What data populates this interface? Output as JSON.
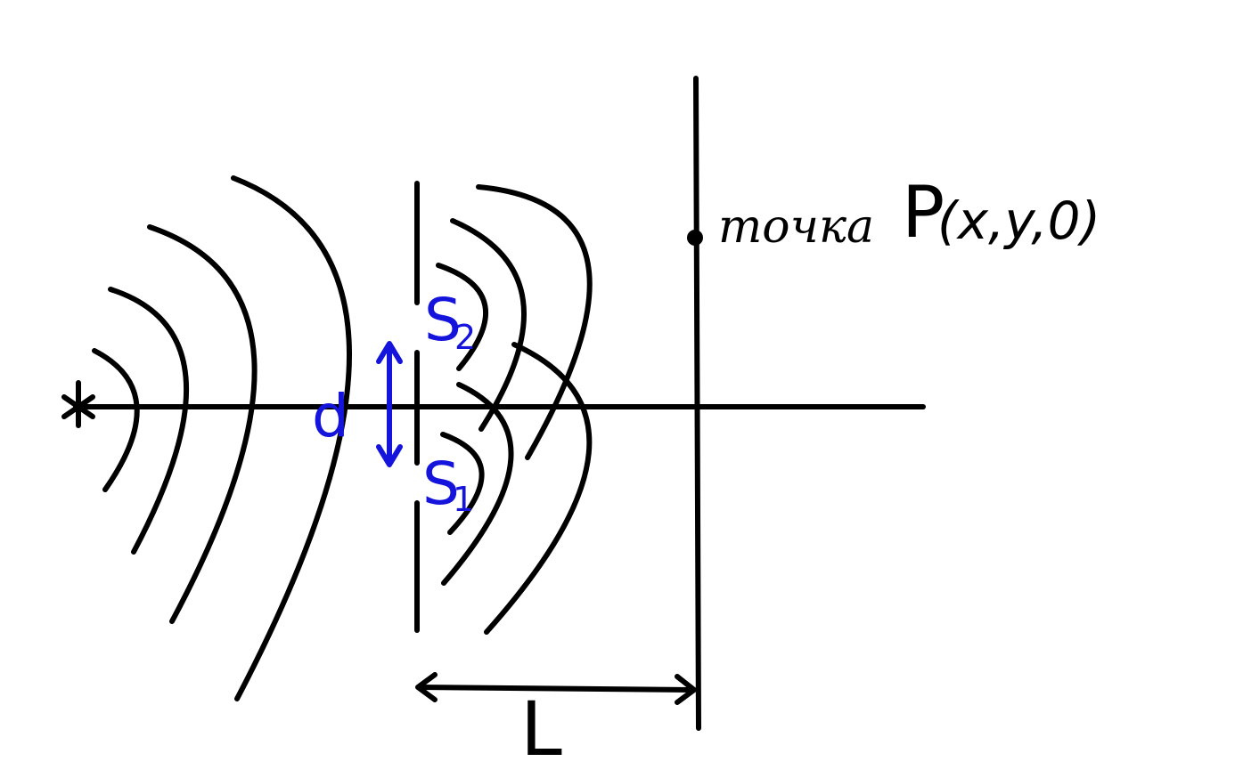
{
  "colors": {
    "ink": "#000000",
    "accent": "#1414dc",
    "background": "#ffffff"
  },
  "labels": {
    "point_word": "точка",
    "point_name": "P",
    "point_coords": "(x,y,0)",
    "slit_upper": "S",
    "slit_upper_sub": "2",
    "slit_lower": "S",
    "slit_lower_sub": "1",
    "slit_spacing": "d",
    "screen_distance": "L",
    "source_symbol": "*"
  },
  "icons": {
    "source": "star-icon",
    "spacing_arrow": "double-arrow-vertical-icon",
    "distance_arrow": "double-arrow-horizontal-icon"
  }
}
